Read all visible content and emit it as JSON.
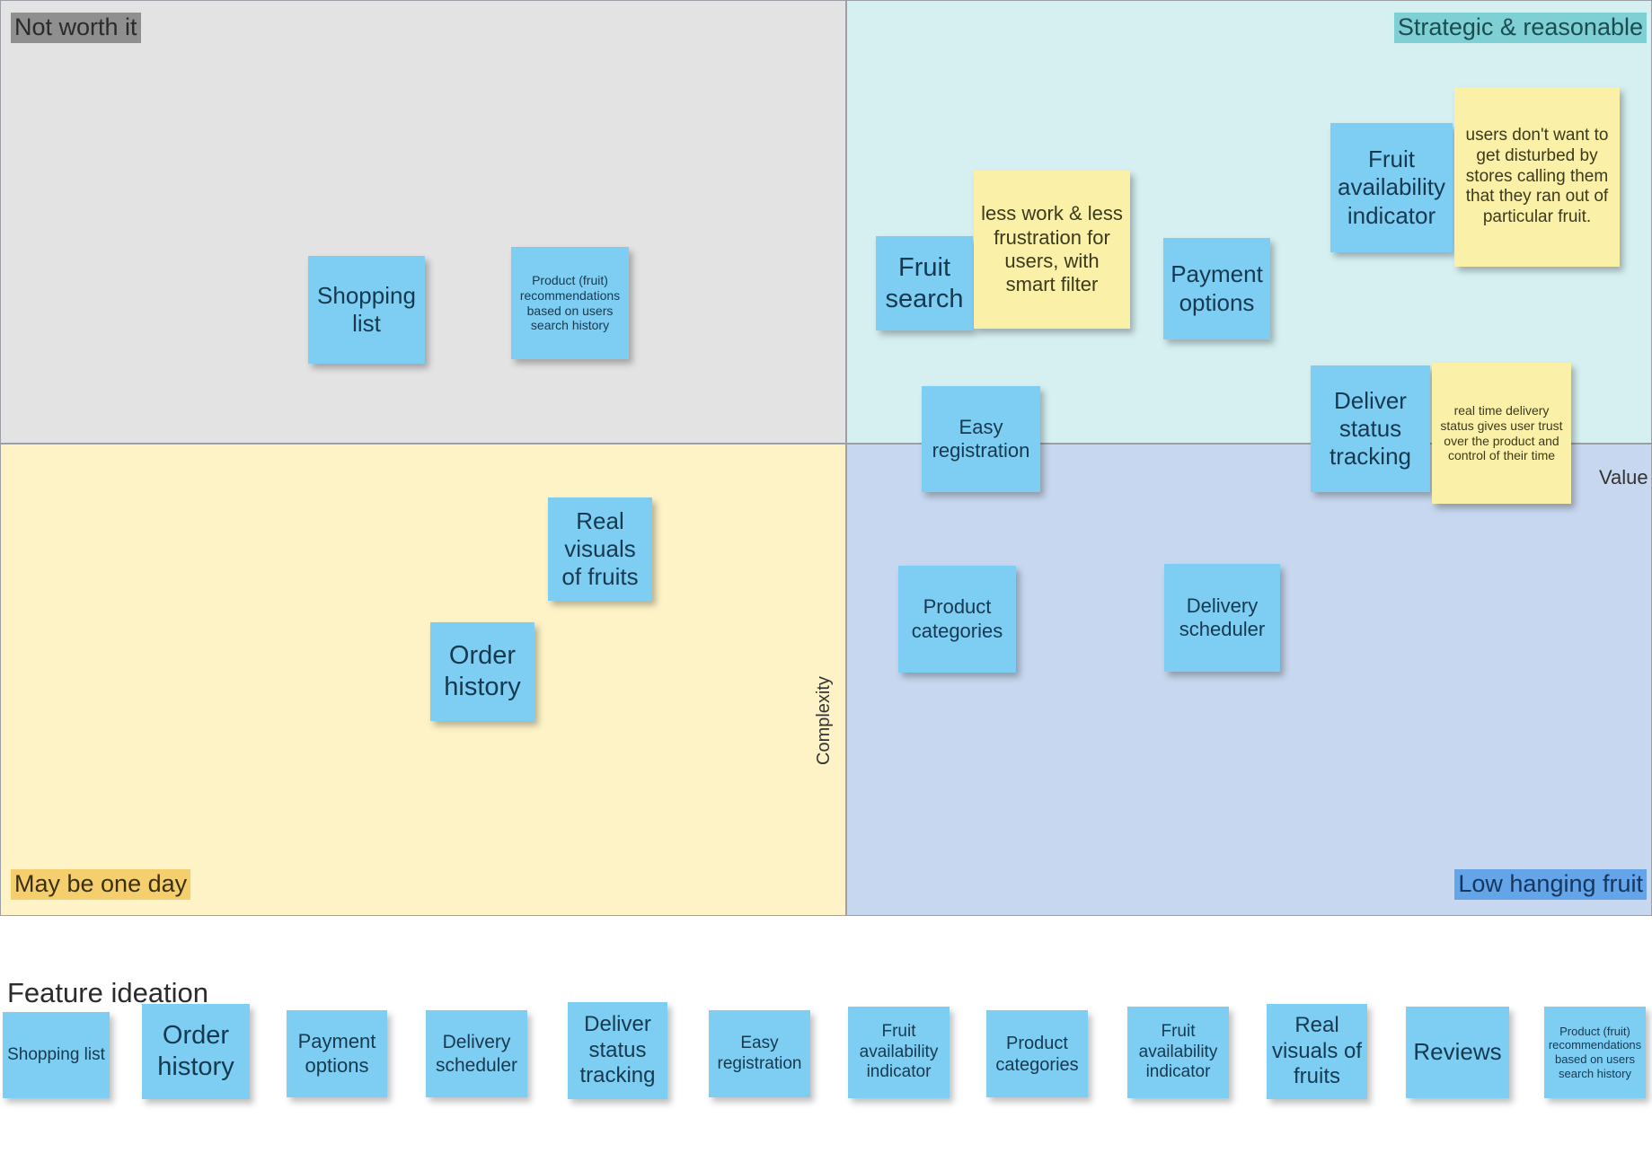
{
  "matrix": {
    "axes": {
      "x_label": "Value",
      "y_label": "Complexity"
    },
    "quadrants": [
      {
        "id": "not-worth-it",
        "label": "Not worth it",
        "bg": "#e3e3e3",
        "label_bg": "#8f8f8f"
      },
      {
        "id": "strategic",
        "label": "Strategic & reasonable",
        "bg": "#d6f0f2",
        "label_bg": "#7fd0d4"
      },
      {
        "id": "maybe-one-day",
        "label": "May be one day",
        "bg": "#fdf3c6",
        "label_bg": "#f5cf6d"
      },
      {
        "id": "low-hanging-fruit",
        "label": "Low hanging fruit",
        "bg": "#c7d7ef",
        "label_bg": "#64a4e8"
      }
    ],
    "notes": [
      {
        "id": "shopping-list",
        "text": "Shopping list",
        "color": "blue",
        "quadrant": "not-worth-it"
      },
      {
        "id": "product-recs",
        "text": "Product (fruit) recommendations based on users search history",
        "color": "blue",
        "quadrant": "not-worth-it"
      },
      {
        "id": "fruit-search",
        "text": "Fruit search",
        "color": "blue",
        "quadrant": "strategic"
      },
      {
        "id": "fruit-search-rationale",
        "text": "less work & less frustration for users, with smart filter",
        "color": "yellow",
        "quadrant": "strategic"
      },
      {
        "id": "payment-options",
        "text": "Payment options",
        "color": "blue",
        "quadrant": "strategic"
      },
      {
        "id": "fruit-availability",
        "text": "Fruit availability indicator",
        "color": "blue",
        "quadrant": "strategic"
      },
      {
        "id": "fruit-availability-rationale",
        "text": "users don't want to get disturbed by stores calling them that they ran out of particular fruit.",
        "color": "yellow",
        "quadrant": "strategic"
      },
      {
        "id": "easy-registration",
        "text": "Easy registration",
        "color": "blue",
        "quadrant": "strategic"
      },
      {
        "id": "deliver-status",
        "text": "Deliver status tracking",
        "color": "blue",
        "quadrant": "strategic"
      },
      {
        "id": "deliver-status-rationale",
        "text": "real time delivery status gives user trust over the product and control of their time",
        "color": "yellow",
        "quadrant": "strategic"
      },
      {
        "id": "real-visuals",
        "text": "Real visuals of fruits",
        "color": "blue",
        "quadrant": "maybe-one-day"
      },
      {
        "id": "order-history",
        "text": "Order history",
        "color": "blue",
        "quadrant": "maybe-one-day"
      },
      {
        "id": "product-categories",
        "text": "Product categories",
        "color": "blue",
        "quadrant": "low-hanging-fruit"
      },
      {
        "id": "delivery-scheduler",
        "text": "Delivery scheduler",
        "color": "blue",
        "quadrant": "low-hanging-fruit"
      }
    ]
  },
  "ideation": {
    "title": "Feature ideation",
    "chips": [
      {
        "id": "chip-shopping-list",
        "text": "Shopping list"
      },
      {
        "id": "chip-order-history",
        "text": "Order history"
      },
      {
        "id": "chip-payment-options",
        "text": "Payment options"
      },
      {
        "id": "chip-delivery-scheduler",
        "text": "Delivery scheduler"
      },
      {
        "id": "chip-deliver-status",
        "text": "Deliver status tracking"
      },
      {
        "id": "chip-easy-registration",
        "text": "Easy registration"
      },
      {
        "id": "chip-fruit-availability-1",
        "text": "Fruit availability indicator"
      },
      {
        "id": "chip-product-categories",
        "text": "Product categories"
      },
      {
        "id": "chip-fruit-availability-2",
        "text": "Fruit availability indicator"
      },
      {
        "id": "chip-real-visuals",
        "text": "Real visuals of fruits"
      },
      {
        "id": "chip-reviews",
        "text": "Reviews"
      },
      {
        "id": "chip-product-recs",
        "text": "Product (fruit) recommendations based on users search history"
      }
    ]
  }
}
